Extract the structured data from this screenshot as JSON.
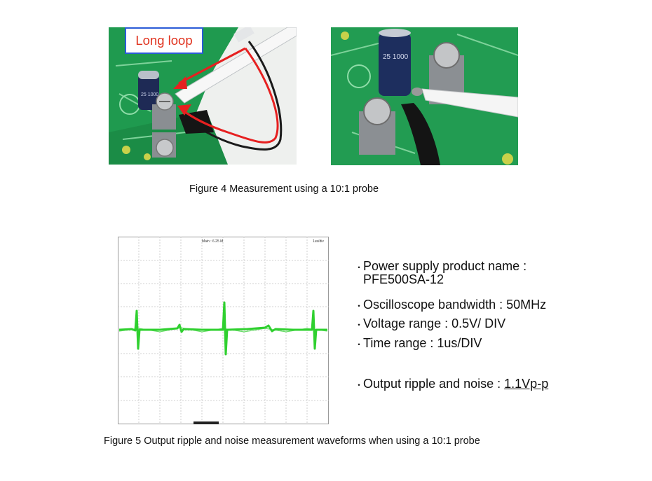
{
  "figure4": {
    "callout_label": "Long loop",
    "caption": "Figure 4 Measurement using a 10:1 probe",
    "left_cap_marking": "25 1000",
    "right_cap_marking": "25 1000"
  },
  "figure5": {
    "scope_header_left": "Main : 6.25 M",
    "scope_header_right": "1us/div",
    "caption": "Figure 5 Output ripple and noise measurement waveforms when using a 10:1 probe"
  },
  "specs": {
    "bullet": "・",
    "product_line1": "Power supply product name :",
    "product_line2": "PFE500SA-12",
    "bandwidth": "Oscilloscope bandwidth : 50MHz",
    "voltage": "Voltage range : 0.5V/ DIV",
    "time": "Time range : 1us/DIV",
    "ripple_label": "Output ripple and noise : ",
    "ripple_value": "1.1Vp-p"
  },
  "colors": {
    "pcb_green": "#1f9a4f",
    "waveform_green": "#2fd02f",
    "callout_border": "#2a5bd7",
    "callout_text": "#e0321e",
    "arrow_red": "#e62020"
  }
}
